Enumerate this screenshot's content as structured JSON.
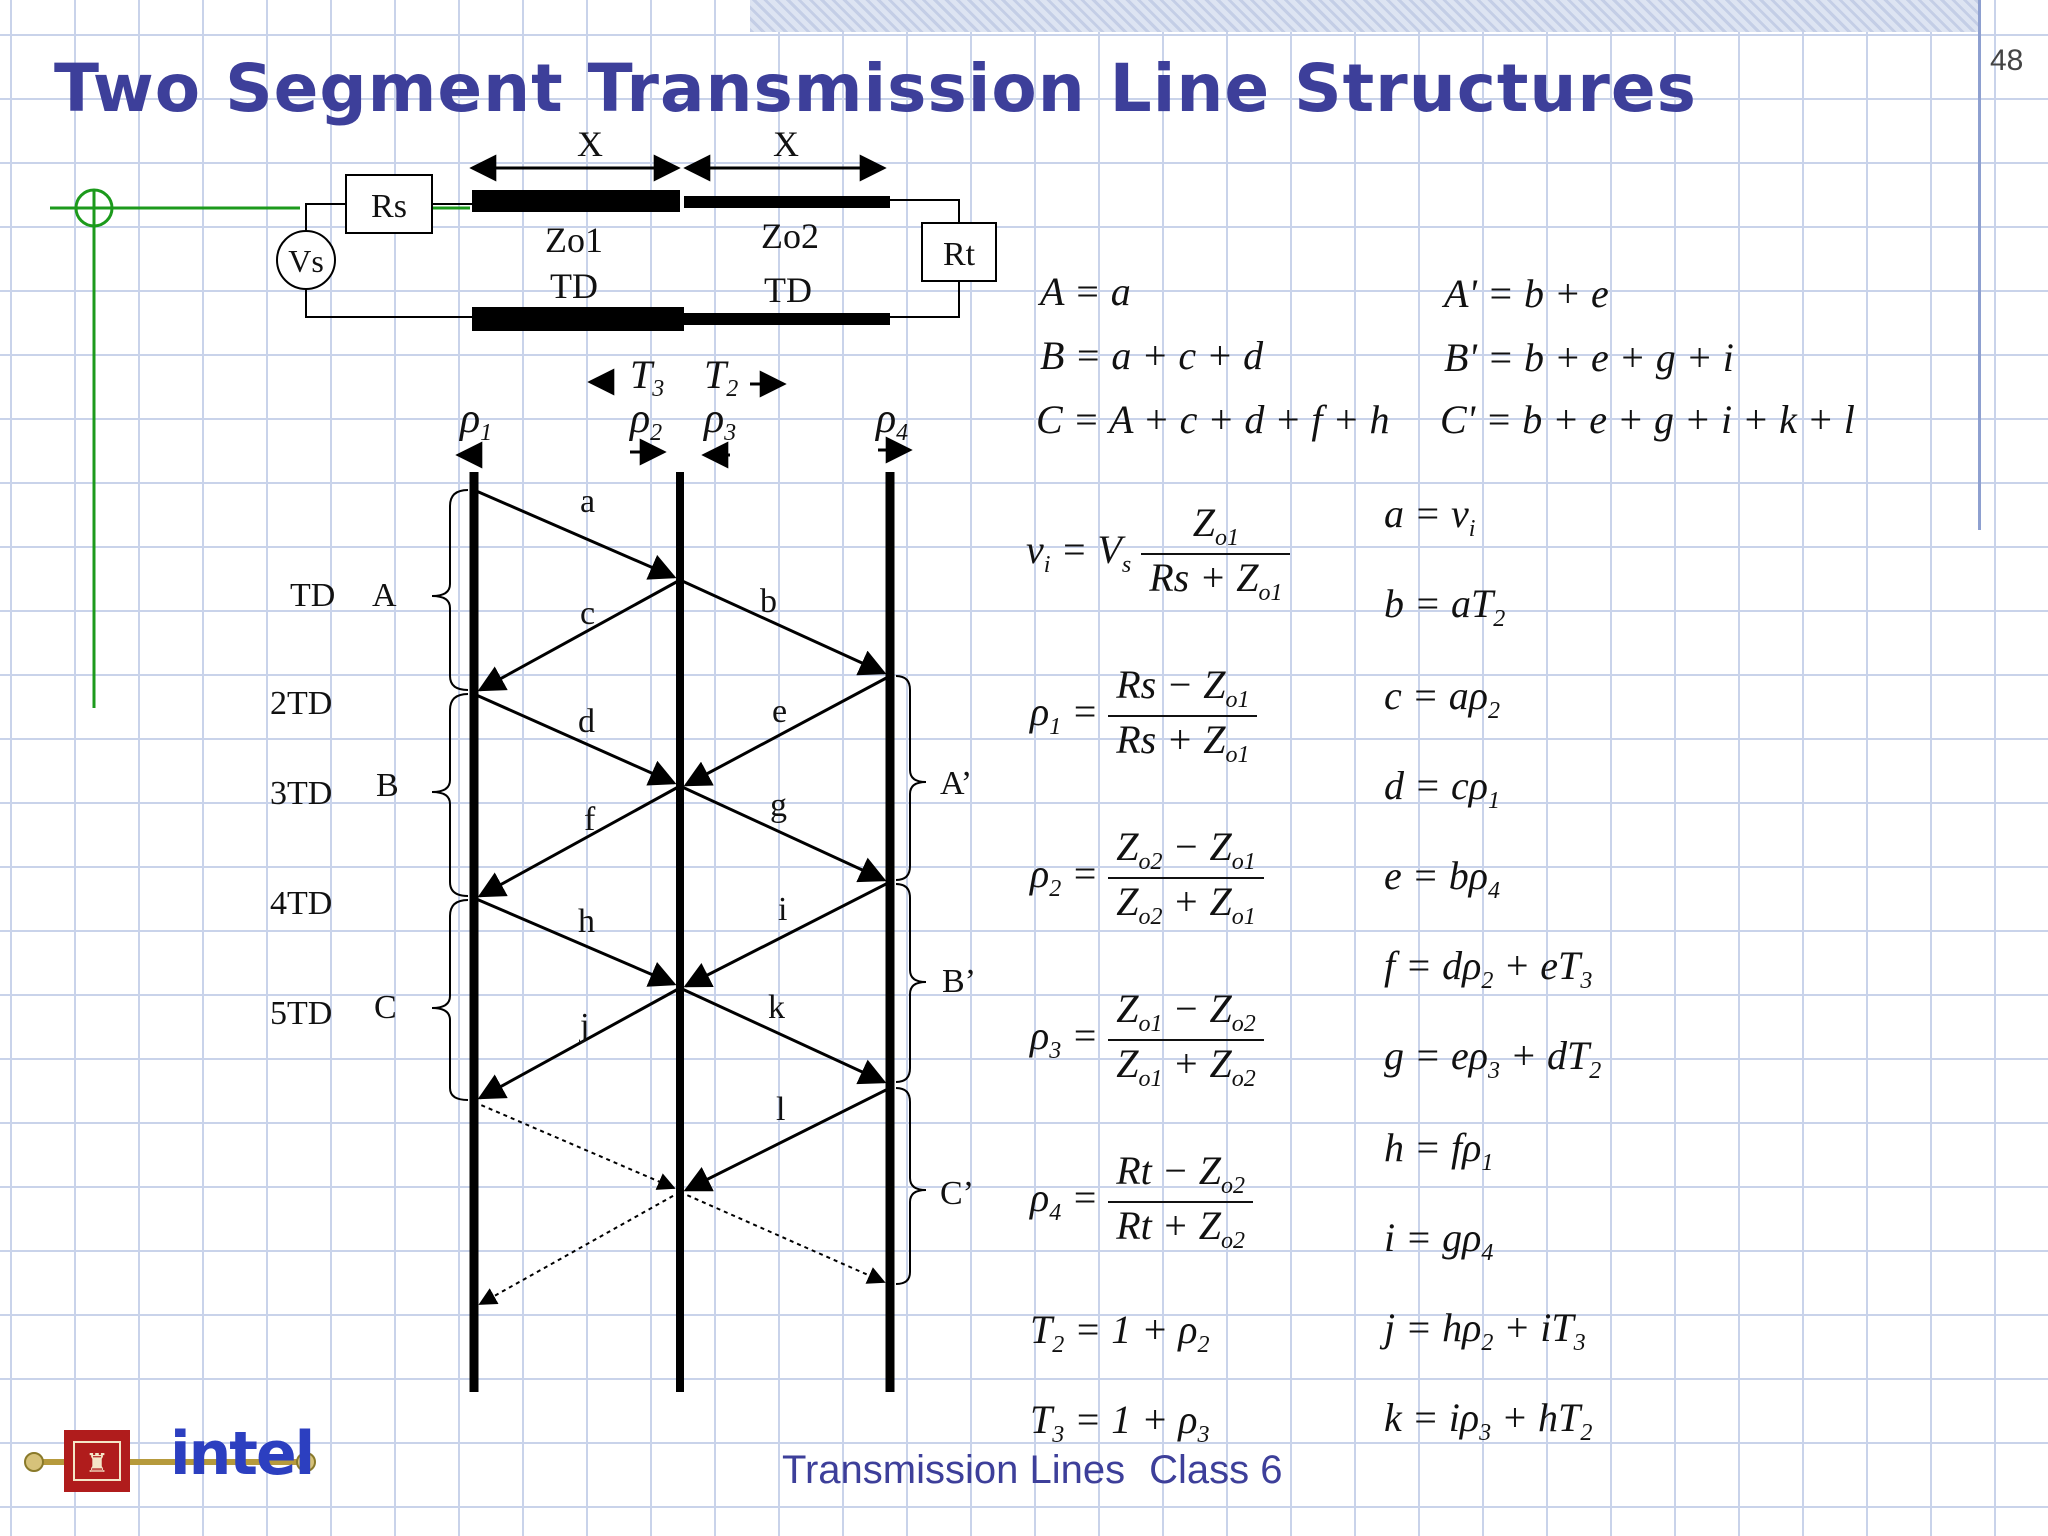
{
  "slide": {
    "title": "Two Segment Transmission Line Structures",
    "page_number": "48",
    "footer": {
      "part1": "Transmission Lines",
      "part2": "Class  6"
    },
    "logo_text": "intel"
  },
  "circuit": {
    "source": "Vs",
    "source_resistor": "Rs",
    "termination": "Rt",
    "seg1_length": "X",
    "seg2_length": "X",
    "seg1_impedance": "Zo1",
    "seg2_impedance": "Zo2",
    "seg1_delay": "TD",
    "seg2_delay": "TD"
  },
  "lattice": {
    "reflection_labels": [
      "ρ1",
      "ρ2",
      "ρ3",
      "ρ4"
    ],
    "transmission_labels": [
      "T3",
      "T2"
    ],
    "wave_labels": [
      "a",
      "b",
      "c",
      "d",
      "e",
      "f",
      "g",
      "h",
      "i",
      "j",
      "k",
      "l"
    ],
    "time_labels": [
      "TD",
      "2TD",
      "3TD",
      "4TD",
      "5TD"
    ],
    "left_groups": [
      "A",
      "B",
      "C"
    ],
    "right_groups": [
      "A’",
      "B’",
      "C’"
    ]
  },
  "equations": {
    "sums_left": [
      "A = a",
      "B = a + c + d",
      "C = A + c + d + f + h"
    ],
    "sums_right": [
      "A' = b + e",
      "B' = b + e + g + i",
      "C' = b + e + g + i + k + l"
    ],
    "vi": {
      "lhs": "vi = Vs",
      "num": "Zo1",
      "den": "Rs + Zo1"
    },
    "rho1": {
      "lhs": "ρ1 =",
      "num": "Rs − Zo1",
      "den": "Rs + Zo1"
    },
    "rho2": {
      "lhs": "ρ2 =",
      "num": "Zo2 − Zo1",
      "den": "Zo2 + Zo1"
    },
    "rho3": {
      "lhs": "ρ3 =",
      "num": "Zo1 − Zo2",
      "den": "Zo1 + Zo2"
    },
    "rho4": {
      "lhs": "ρ4 =",
      "num": "Rt − Zo2",
      "den": "Rt + Zo2"
    },
    "t2": "T2 = 1 + ρ2",
    "t3": "T3 = 1 + ρ3",
    "waves": [
      "a = vi",
      "b = aT2",
      "c = aρ2",
      "d = cρ1",
      "e = bρ4",
      "f = dρ2 + eT3",
      "g = eρ3 + dT2",
      "h = fρ1",
      "i = gρ4",
      "j = hρ2 + iT3",
      "k = iρ3 + hT2"
    ]
  }
}
